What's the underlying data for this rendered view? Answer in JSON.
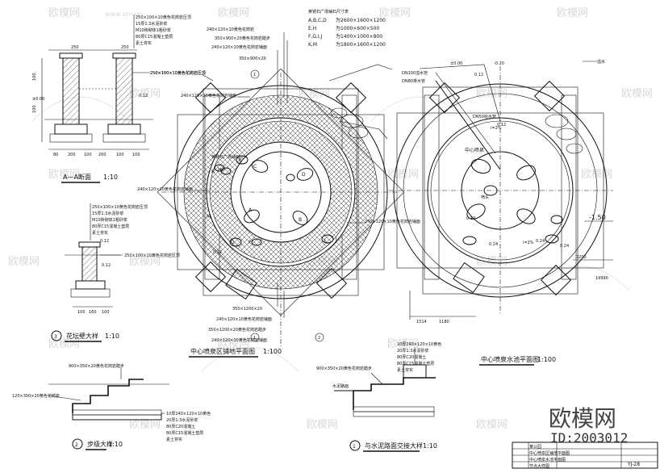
{
  "watermarks": {
    "brand": "欧模网",
    "url": "www.om.cn",
    "id_text": "ID:2003012"
  },
  "detail_aa": {
    "title": "A—A断面",
    "scale": "1:10",
    "dims": [
      "250",
      "200",
      "100",
      "200",
      "100",
      "250",
      "80",
      "100",
      "100",
      "100"
    ],
    "levels": [
      "±0.00",
      "0.12"
    ],
    "notes": [
      "250×100×10黄色花岗岩压顶",
      "15厚1:3水泥砂浆",
      "M10砖砌体1粗砂浆",
      "80厚C15混凝土垫层",
      "素土夯实"
    ],
    "note_right": "250×100×10黄色花岗岩压顶"
  },
  "detail_planter": {
    "number": "3",
    "title": "花坛壁大样",
    "scale": "1:10",
    "levels": [
      "0.12",
      "0.12"
    ],
    "dims": [
      "100",
      "160",
      "100"
    ],
    "notes": [
      "250×100×10黄色花岗岩压顶",
      "15厚1:3水泥砂浆",
      "M10砖砌体1粗砂浆",
      "80厚C15混凝土垫层",
      "素土夯实"
    ],
    "note_right": "250×100×10黄色花岗岩压顶"
  },
  "detail_step": {
    "number": "2",
    "title": "步级大样",
    "scale": "1:10",
    "note_top": "900×350×20黄色花岗岩踏步",
    "note_left": "120×300×20黄色花岗岩",
    "notes": [
      "10厚240×120×10黄色",
      "20厚1:3水泥砂浆",
      "80厚C20混凝土",
      "80厚C15混凝土垫层",
      "素土夯实"
    ]
  },
  "table_stones": {
    "heading": "黄锈石广场铺石尺寸表",
    "rows": [
      {
        "key": "A,B,C,D",
        "value": "为2600×1600×1200"
      },
      {
        "key": "E,H",
        "value": "为1000×600×500"
      },
      {
        "key": "F,G,I,J",
        "value": "为1400×1000×800"
      },
      {
        "key": "K,M",
        "value": "为1800×1600×1200"
      }
    ]
  },
  "plan_paving": {
    "title": "中心喷泉区铺地平面图",
    "scale": "1:100",
    "stone_labels": [
      "A",
      "B",
      "C",
      "D",
      "E",
      "F",
      "G",
      "H",
      "I",
      "J",
      "K",
      "M"
    ],
    "axis_labels": [
      "1",
      "2"
    ],
    "notes_top": [
      "240×120×10黄色花岗岩",
      "350×900×20黄色花岗岩踏步",
      "240×120×10黄色花岗岩铺面",
      "350×900×20"
    ],
    "notes_mid": [
      "250×100×10黄色花岗岩压顶",
      "240×120×10黄色花岗岩铺面",
      "黄锈石广场铺石",
      "240×120×10黄色花岗岩铺面"
    ],
    "notes_bottom": [
      "350×1200×20",
      "240×120×10黄色花岗岩铺面",
      "350×1200×20黄色花岗岩踏步",
      "240×120×10黄色花岗岩铺面"
    ],
    "level": "0.12"
  },
  "plan_fountain": {
    "title": "中心喷泉水池平面图",
    "scale": "1:100",
    "pipe_notes": [
      "DN100溢水管",
      "DN80排水管",
      "DN50给水管"
    ],
    "labels": [
      "中心喷泉",
      "溢水",
      "喷头"
    ],
    "levels": [
      "±0.00",
      "-0.20",
      "-1.50",
      "0.12",
      "0.24",
      "0.24",
      "0.24",
      "0.12",
      "0.12"
    ],
    "slopes": [
      "i=2%",
      "i=2%"
    ],
    "dims": [
      "19990",
      "3200",
      "1514",
      "1180"
    ]
  },
  "detail_junction": {
    "number": "1",
    "title": "与水泥路面交接大样",
    "scale": "1:10",
    "note_left": "900×350×20黄色花岗岩踏步",
    "note_road": "水泥路面",
    "notes": [
      "10厚240×120×10黄色",
      "20厚1:3水泥砂浆",
      "80厚C20混凝土",
      "80厚C15混凝土垫层",
      "素土夯实"
    ]
  },
  "title_block": {
    "sheet_no": "YJ-28",
    "drawing_name": "中心喷泉区铺地平面图",
    "lines": [
      "某公园",
      "中心喷泉区铺地平面图",
      "中心喷泉水池平面图",
      "节点大样图"
    ]
  }
}
